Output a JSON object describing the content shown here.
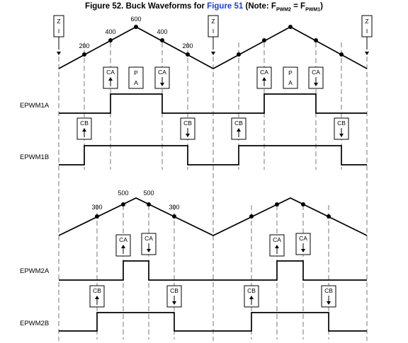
{
  "title": {
    "prefix": "Figure 52. Buck Waveforms for ",
    "link_text": "Figure 51",
    "note_open": " (Note: F",
    "sub1": "PWM2",
    "note_mid": " = F",
    "sub2": "PWM1",
    "note_close": ")"
  },
  "markers": {
    "zero_line1": "Z",
    "zero_line2": "I",
    "period_line1": "P",
    "period_line2": "A",
    "compare_a": "CA",
    "compare_b": "CB"
  },
  "signals": {
    "epwm1a": "EPWM1A",
    "epwm1b": "EPWM1B",
    "epwm2a": "EPWM2A",
    "epwm2b": "EPWM2B"
  },
  "counter1_labels": [
    "200",
    "400",
    "600",
    "400",
    "200"
  ],
  "counter2_labels": [
    "300",
    "500",
    "500",
    "300"
  ],
  "colors": {
    "line": "#000000",
    "dashed_guide": "#555555",
    "link": "#1a3fd6"
  }
}
